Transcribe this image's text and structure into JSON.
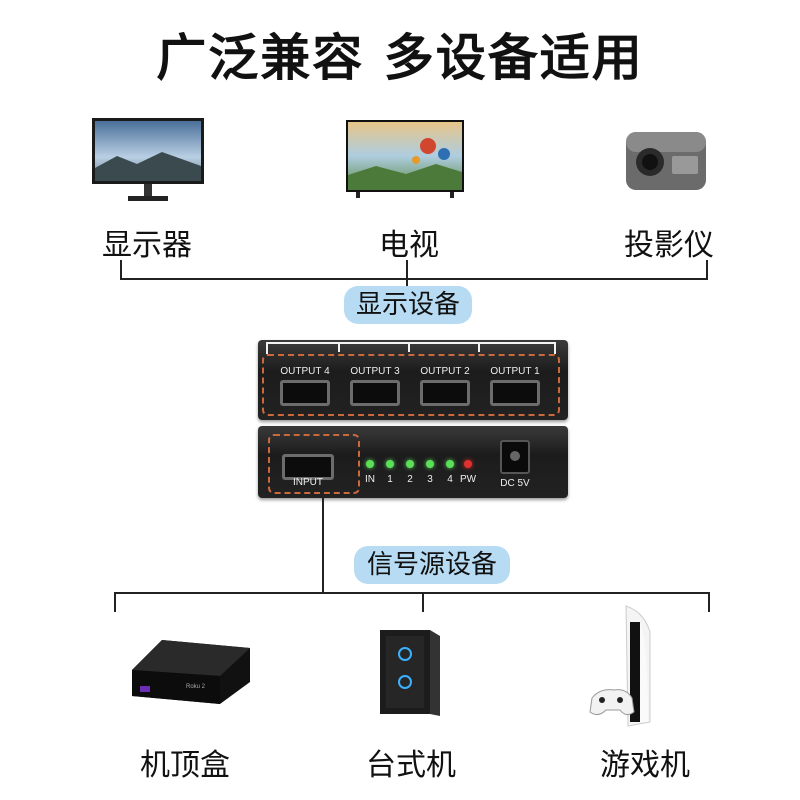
{
  "title": "广泛兼容 多设备适用",
  "displays": [
    {
      "label": "显示器",
      "icon": "monitor-icon"
    },
    {
      "label": "电视",
      "icon": "tv-icon"
    },
    {
      "label": "投影仪",
      "icon": "projector-icon"
    }
  ],
  "display_group_label": "显示设备",
  "splitter": {
    "outputs": [
      "OUTPUT 4",
      "OUTPUT 3",
      "OUTPUT 2",
      "OUTPUT 1"
    ],
    "input_label": "INPUT",
    "leds": [
      "IN",
      "1",
      "2",
      "3",
      "4",
      "PW"
    ],
    "power_label": "DC 5V",
    "colors": {
      "led_green": "#5ce05a",
      "led_red": "#e03030",
      "dash": "#c9693c"
    }
  },
  "source_group_label": "信号源设备",
  "sources": [
    {
      "label": "机顶盒",
      "icon": "set-top-box-icon",
      "brand": "Roku 2"
    },
    {
      "label": "台式机",
      "icon": "desktop-pc-icon"
    },
    {
      "label": "游戏机",
      "icon": "game-console-icon"
    }
  ],
  "accent_color": "#b6dbf3"
}
